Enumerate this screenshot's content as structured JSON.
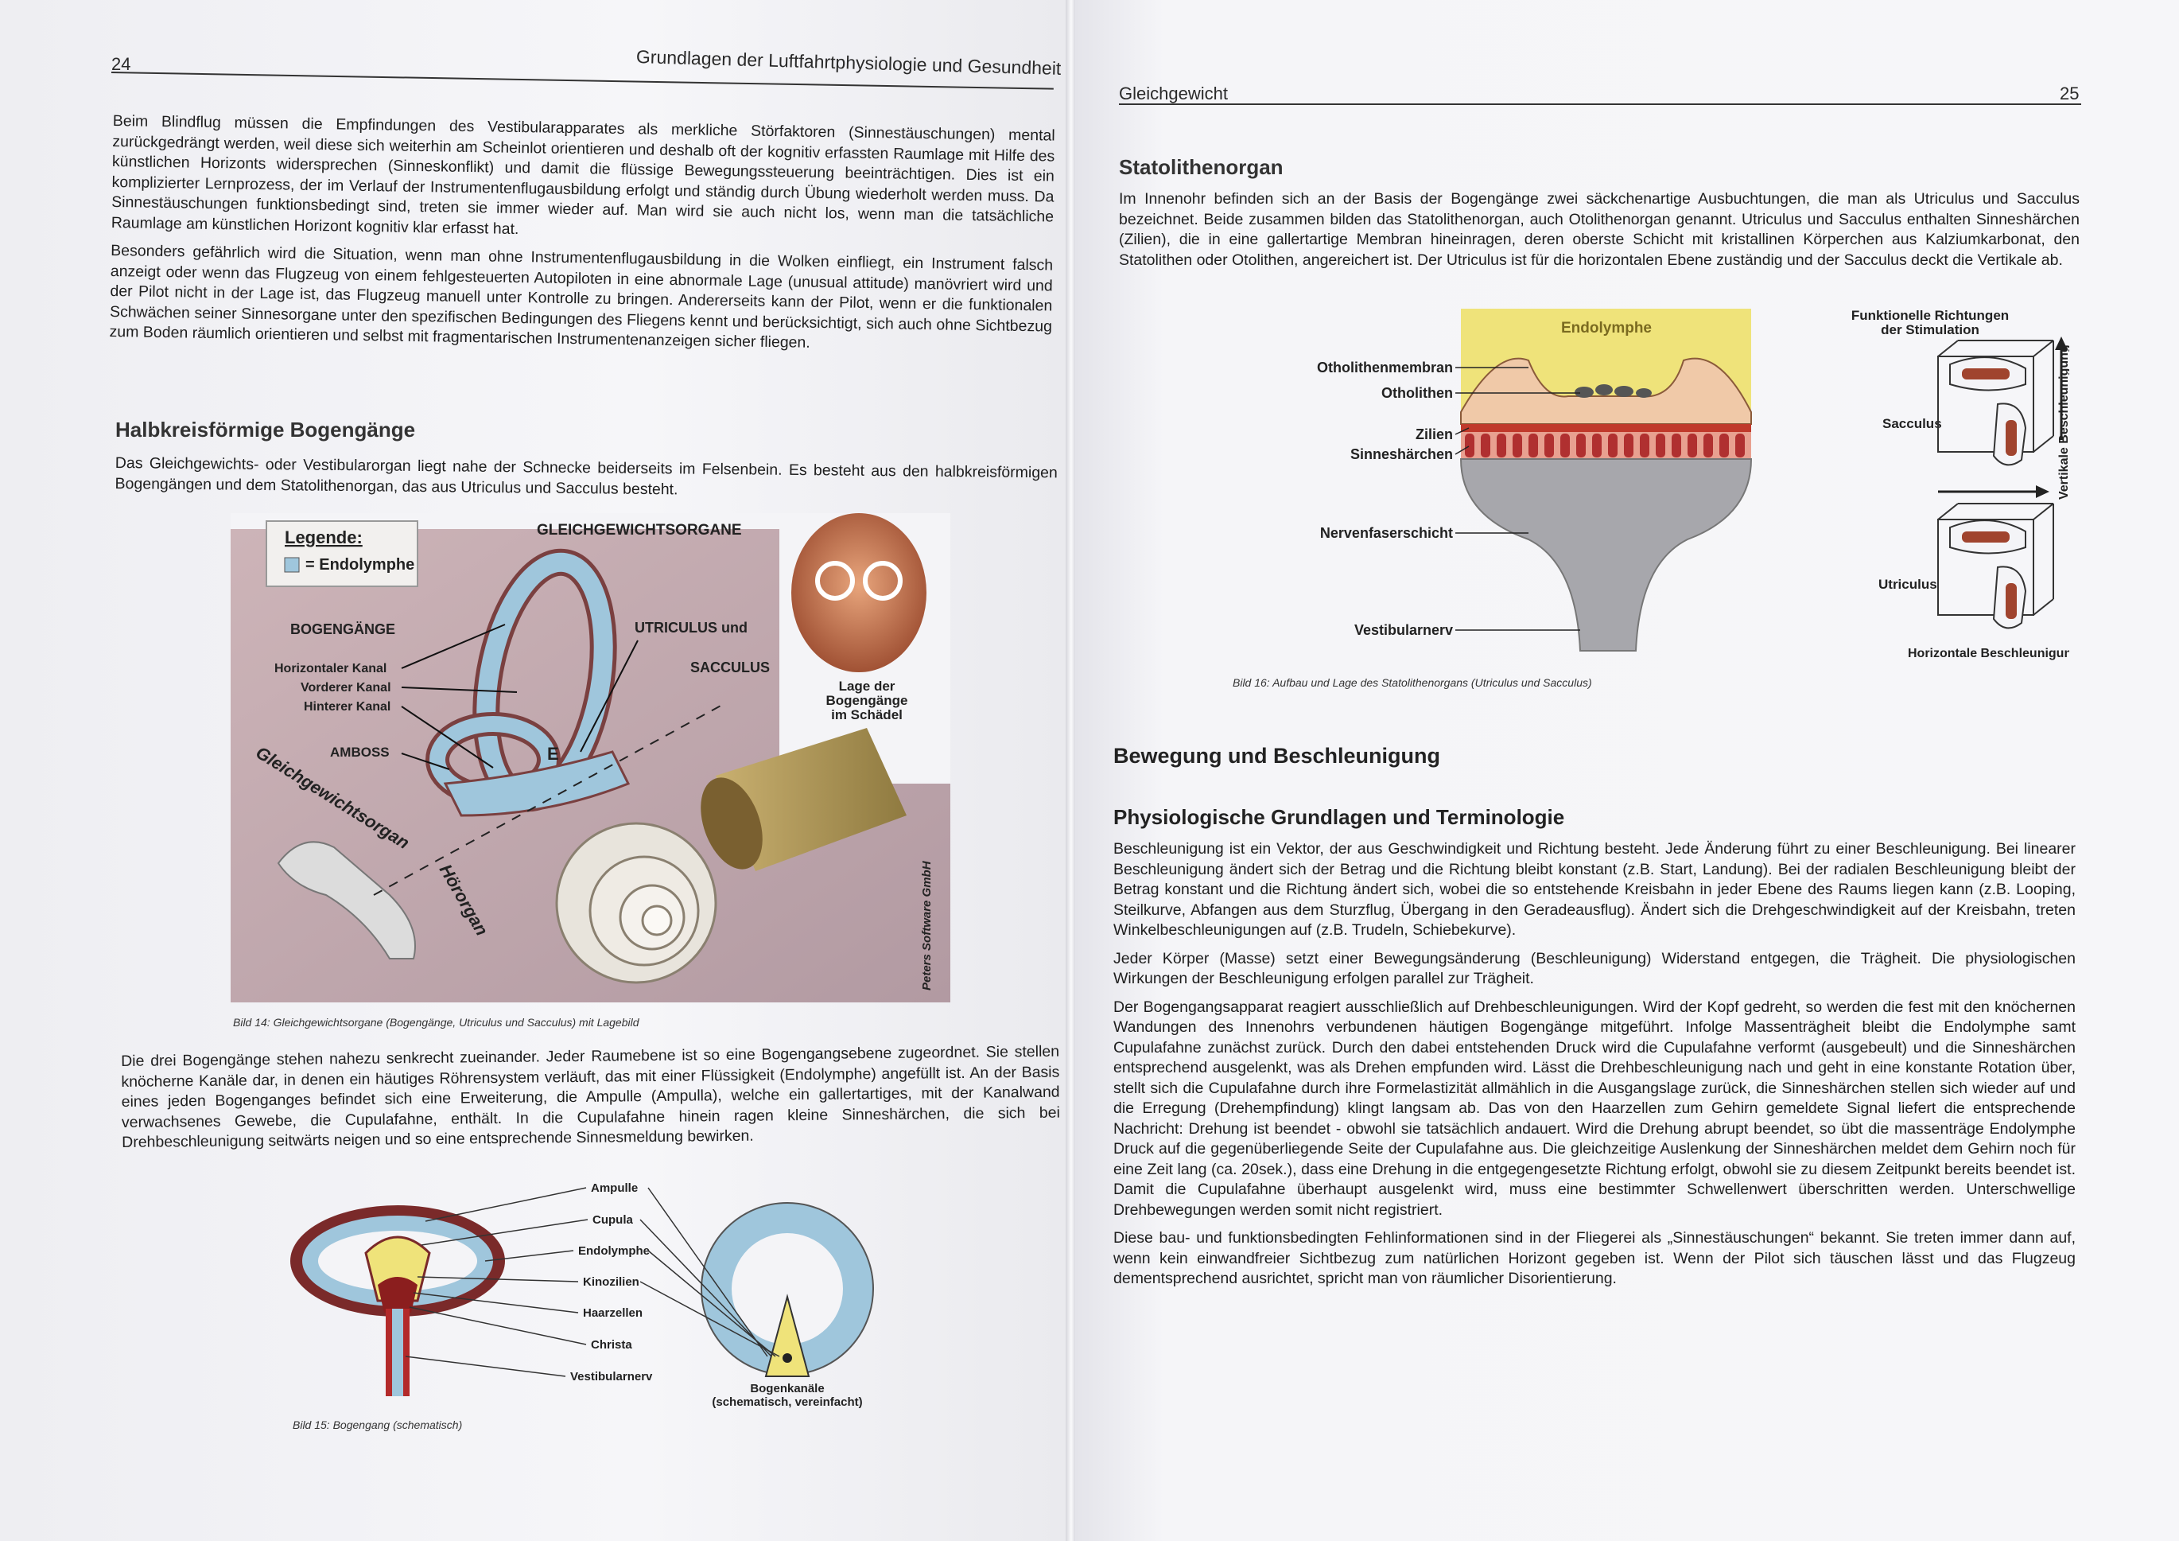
{
  "left_page": {
    "page_number": "24",
    "running_header": "Grundlagen der Luftfahrtphysiologie und Gesundheit",
    "intro_paragraphs": [
      "Beim Blindflug müssen die Empfindungen des Vestibularapparates als merkliche Störfaktoren (Sinnestäuschungen) mental zurückgedrängt werden, weil diese sich weiterhin am Scheinlot orientieren und deshalb oft der kognitiv erfassten Raumlage mit Hilfe des künstlichen Horizonts widersprechen (Sinneskonflikt) und damit die flüssige Bewegungssteuerung beeinträchtigen. Dies ist ein komplizierter Lernprozess, der im Verlauf der Instrumentenflugausbildung erfolgt und ständig durch Übung wiederholt werden muss. Da Sinnestäuschungen funktionsbedingt sind, treten sie immer wieder auf. Man wird sie auch nicht los, wenn man die tatsächliche Raumlage am künstlichen Horizont kognitiv klar erfasst hat.",
      "Besonders gefährlich wird die Situation, wenn man ohne Instrumentenflugausbildung in die Wolken einfliegt, ein Instrument falsch anzeigt oder wenn das Flugzeug von einem fehlgesteuerten Autopiloten in eine abnormale Lage (unusual attitude) manövriert wird und der Pilot nicht in der Lage ist, das Flugzeug manuell unter Kontrolle zu bringen. Andererseits kann der Pilot, wenn er die funktionalen Schwächen seiner Sinnesorgane unter den spezifischen Bedingungen des Fliegens kennt und berücksichtigt, sich auch ohne Sichtbezug zum Boden räumlich orientieren und selbst mit fragmentarischen Instrumentenanzeigen sicher fliegen."
    ],
    "section_heading": "Halbkreisförmige Bogengänge",
    "section_paragraph": "Das Gleichgewichts- oder Vestibularorgan liegt nahe der Schnecke beiderseits im Felsenbein. Es besteht aus den halbkreisförmigen Bogengängen und dem Statolithenorgan, das aus Utriculus und Sacculus besteht.",
    "figure14": {
      "legend_title": "Legende:",
      "legend_item": "= Endolymphe",
      "title": "GLEICHGEWICHTSORGANE",
      "bogengaenge": "BOGENGÄNGE",
      "horizontal": "Horizontaler Kanal",
      "vorderer": "Vorderer Kanal",
      "hinterer": "Hinterer Kanal",
      "amboss": "AMBOSS",
      "utriculus": "UTRICULUS und",
      "sacculus": "SACCULUS",
      "lage": [
        "Lage der",
        "Bogengänge",
        "im Schädel"
      ],
      "e_label": "E",
      "organ_label": "Gleichgewichtsorgan",
      "hoerorgan": "Hörorgan",
      "watermark": "Peters Software GmbH",
      "caption": "Bild 14:  Gleichgewichtsorgane (Bogengänge, Utriculus und Sacculus) mit Lagebild"
    },
    "paragraph_after_fig14": "Die drei Bogengänge stehen nahezu senkrecht zueinander. Jeder Raumebene ist so eine Bogengangsebene zugeordnet. Sie stellen knöcherne Kanäle dar, in denen ein häutiges Röhrensystem verläuft, das mit einer Flüssigkeit (Endolymphe) angefüllt ist. An der Basis eines jeden Bogenganges befindet sich eine Erweiterung, die Ampulle (Ampulla), welche ein gallertartiges, mit der Kanalwand verwachsenes Gewebe, die Cupulafahne, enthält. In die Cupulafahne hinein ragen kleine Sinneshärchen, die sich bei Drehbeschleunigung seitwärts neigen und so eine entsprechende Sinnesmeldung bewirken.",
    "figure15": {
      "labels": [
        "Ampulle",
        "Cupula",
        "Endolymphe",
        "Kinozilien",
        "Haarzellen",
        "Christa",
        "Vestibularnerv"
      ],
      "bogenkanaele": [
        "Bogenkanäle",
        "(schematisch, vereinfacht)"
      ],
      "caption": "Bild 15:  Bogengang (schematisch)"
    }
  },
  "right_page": {
    "page_number": "25",
    "running_header": "Gleichgewicht",
    "heading_statolith": "Statolithenorgan",
    "statolith_paragraph": "Im Innenohr befinden sich an der Basis der Bogengänge zwei säckchenartige Ausbuchtungen, die man als Utriculus und Sacculus bezeichnet. Beide zusammen bilden das Statolithenorgan, auch Otolithenorgan genannt. Utriculus und Sacculus enthalten Sinneshärchen (Zilien), die in eine gallertartige Membran hineinragen, deren oberste Schicht mit kristallinen Körperchen aus Kalziumkarbonat, den Statolithen oder Otolithen, angereichert ist. Der Utriculus ist für die horizontalen Ebene zuständig und der Sacculus deckt die Vertikale ab.",
    "figure16": {
      "endolymphe": "Endolymphe",
      "otholithenmembran": "Otholithenmembran",
      "otholithen": "Otholithen",
      "zilien": "Zilien",
      "sinneshaerchen": "Sinneshärchen",
      "nervenfaserschicht": "Nervenfaserschicht",
      "vestibularnerv": "Vestibularnerv",
      "funktionelle": [
        "Funktionelle Richtungen",
        "der Stimulation"
      ],
      "sacculus": "Sacculus",
      "utriculus": "Utriculus",
      "vertikale": "Vertikale Beschleunigung",
      "horizontale": "Horizontale Beschleunigung",
      "caption": "Bild 16:  Aufbau und Lage des Statolithenorgans (Utriculus und Sacculus)"
    },
    "heading_bewegung": "Bewegung und Beschleunigung",
    "heading_physio": "Physiologische Grundlagen und Terminologie",
    "paragraphs": [
      "Beschleunigung ist ein Vektor, der aus Geschwindigkeit und Richtung besteht. Jede Änderung führt zu einer Beschleunigung. Bei linearer Beschleunigung ändert sich der Betrag und die Richtung bleibt konstant (z.B. Start, Landung). Bei der radialen Beschleunigung bleibt der Betrag konstant und die Richtung ändert sich, wobei die so entstehende Kreisbahn in jeder Ebene des Raums liegen kann (z.B. Looping, Steilkurve, Abfangen aus dem Sturzflug, Übergang in den Geradeausflug). Ändert sich die Drehgeschwindigkeit auf der Kreisbahn, treten Winkelbeschleunigungen auf (z.B. Trudeln, Schiebekurve).",
      "Jeder Körper (Masse) setzt einer Bewegungsänderung (Beschleunigung) Widerstand entgegen, die Trägheit. Die physiologischen Wirkungen der Beschleunigung erfolgen parallel zur Trägheit.",
      "Der Bogengangsapparat reagiert ausschließlich auf Drehbeschleunigungen. Wird der Kopf gedreht, so werden die fest mit den knöchernen Wandungen des Innenohrs verbundenen häutigen Bogengänge mitgeführt. Infolge Massenträgheit bleibt die Endolymphe samt Cupulafahne zunächst zurück. Durch den dabei entstehenden Druck wird die Cupulafahne verformt (ausgebeult) und die Sinneshärchen entsprechend ausgelenkt, was als Drehen empfunden wird. Lässt die Drehbeschleunigung nach und geht in eine konstante Rotation über, stellt sich die Cupulafahne durch ihre Formelastizität allmählich in die Ausgangslage zurück, die Sinneshärchen stellen sich wieder auf und die Erregung (Drehempfindung) klingt langsam ab. Das von den Haarzellen zum Gehirn gemeldete Signal liefert die entsprechende Nachricht: Drehung ist beendet - obwohl sie tatsächlich andauert. Wird die Drehung abrupt beendet, so übt die massenträge Endolymphe Druck auf die gegenüberliegende Seite der Cupulafahne aus. Die gleichzeitige Auslenkung der Sinneshärchen meldet dem Gehirn noch für eine Zeit lang (ca. 20sek.), dass eine Drehung in die entgegengesetzte Richtung erfolgt, obwohl sie zu diesem Zeitpunkt bereits beendet ist. Damit die Cupulafahne überhaupt ausgelenkt wird, muss eine bestimmter Schwellenwert überschritten werden. Unterschwellige Drehbewegungen werden somit nicht registriert.",
      "Diese bau- und funktionsbedingten Fehlinformationen sind in der Fliegerei als „Sinnestäuschungen“ bekannt. Sie treten immer dann auf, wenn kein einwandfreier Sichtbezug zum natürlichen Horizont gegeben ist. Wenn der Pilot sich täuschen lässt und das Flugzeug dementsprechend ausrichtet, spricht man von räumlicher Disorientierung."
    ]
  },
  "colors": {
    "page": "#f4f4f7",
    "endolymph_blue": "#9fc6dc",
    "endolymph_yellow": "#efe37a",
    "tissue_red": "#7a2a2a",
    "nerve_grey": "#9a9a9e"
  }
}
